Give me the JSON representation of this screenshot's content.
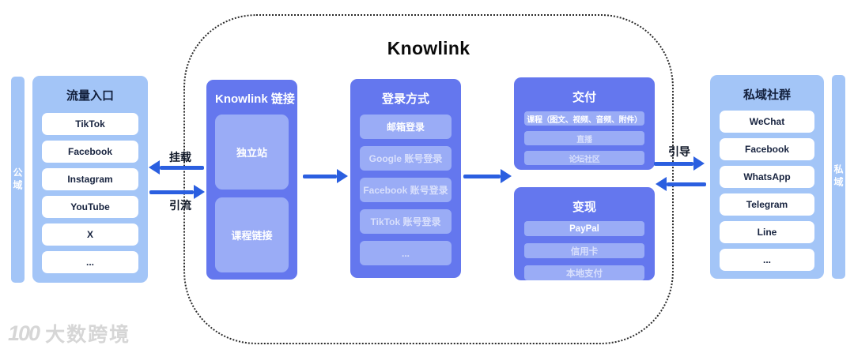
{
  "title": "Knowlink",
  "watermark": {
    "mark": "100",
    "text": "大数跨境"
  },
  "left_bar": {
    "label": "公域"
  },
  "right_bar": {
    "label": "私域"
  },
  "traffic_panel": {
    "title": "流量入口",
    "items": [
      "TikTok",
      "Facebook",
      "Instagram",
      "YouTube",
      "X",
      "..."
    ]
  },
  "left_arrows": {
    "mount_label": "挂载",
    "divert_label": "引流"
  },
  "knowlink_column": {
    "title": "Knowlink 链接",
    "items": [
      "独立站",
      "课程链接"
    ]
  },
  "login_column": {
    "title": "登录方式",
    "items": [
      "邮箱登录",
      "Google 账号登录",
      "Facebook 账号登录",
      "TikTok 账号登录",
      "..."
    ]
  },
  "delivery_box": {
    "title": "交付",
    "items": [
      "课程（图文、视频、音频、附件）",
      "直播",
      "论坛社区"
    ]
  },
  "monetize_box": {
    "title": "变现",
    "items": [
      "PayPal",
      "信用卡",
      "本地支付"
    ]
  },
  "right_arrows": {
    "guide_label": "引导"
  },
  "private_panel": {
    "title": "私域社群",
    "items": [
      "WeChat",
      "Facebook",
      "WhatsApp",
      "Telegram",
      "Line",
      "..."
    ]
  },
  "colors": {
    "panel_light": "#a3c5f7",
    "column_blue": "#6477ee",
    "inner_blue": "#9aacf6",
    "arrow_blue": "#2b5fe0",
    "dotted_border": "#2b2b2b"
  }
}
